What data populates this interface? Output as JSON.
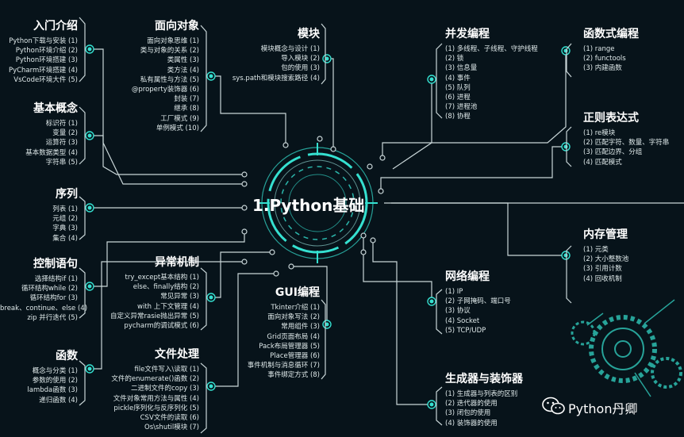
{
  "center": {
    "title": "1.Python基础"
  },
  "sections": {
    "intro": {
      "title": "入门介绍",
      "items": [
        "Python下载与安装 (1)",
        "Python环境介绍 (2)",
        "Python环境搭建 (3)",
        "PyCharm环境搭建 (4)",
        "VsCode环境大件 (5)"
      ]
    },
    "oop": {
      "title": "面向对象",
      "items": [
        "面向对象思维 (1)",
        "类与对象的关系 (2)",
        "类属性 (3)",
        "类方法 (4)",
        "私有属性与方法 (5)",
        "@property装饰器 (6)",
        "封装 (7)",
        "继承 (8)",
        "工厂模式 (9)",
        "单例模式 (10)"
      ]
    },
    "modules": {
      "title": "模块",
      "items": [
        "模块概念与设计 (1)",
        "导入模块 (2)",
        "包的使用 (3)",
        "sys.path和模块搜索路径 (4)"
      ]
    },
    "concurrency": {
      "title": "并发编程",
      "items": [
        "(1) 多线程、子线程、守护线程",
        "(2) 锁",
        "(3) 信息量",
        "(4) 事件",
        "(5) 队列",
        "(6) 进程",
        "(7) 进程池",
        "(8) 协程"
      ]
    },
    "functional": {
      "title": "函数式编程",
      "items": [
        "(1) range",
        "(2) functools",
        "(3) 内建函数"
      ]
    },
    "basics": {
      "title": "基本概念",
      "items": [
        "标识符 (1)",
        "变量 (2)",
        "运算符 (3)",
        "基本数据类型 (4)",
        "字符串 (5)"
      ]
    },
    "regex": {
      "title": "正则表达式",
      "items": [
        "(1) re模块",
        "(2) 匹配字符、数量、字符串",
        "(3) 匹配边界、分组",
        "(4) 匹配模式"
      ]
    },
    "sequence": {
      "title": "序列",
      "items": [
        "列表 (1)",
        "元组 (2)",
        "字典 (3)",
        "集合 (4)"
      ]
    },
    "memory": {
      "title": "内存管理",
      "items": [
        "(1) 元类",
        "(2) 大小整数池",
        "(3) 引用计数",
        "(4) 回收机制"
      ]
    },
    "control": {
      "title": "控制语句",
      "items": [
        "选择结构if (1)",
        "循环结构while (2)",
        "循环结构for (3)",
        "break、continue、else (4)",
        "zip 并行迭代 (5)"
      ]
    },
    "exceptions": {
      "title": "异常机制",
      "items": [
        "try_except基本结构 (1)",
        "else、finally结构 (2)",
        "常见异常 (3)",
        "with 上下文管理 (4)",
        "自定义异常rasie抛出异常 (5)",
        "pycharm的调试模式 (6)"
      ]
    },
    "gui": {
      "title": "GUI编程",
      "items": [
        "Tkinter介绍 (1)",
        "面向对象写法 (2)",
        "常用组件 (3)",
        "Grid页面布局 (4)",
        "Pack布局管理器 (5)",
        "Place管理器 (6)",
        "事件机制与消息循环 (7)",
        "事件绑定方式 (8)"
      ]
    },
    "network": {
      "title": "网络编程",
      "items": [
        "(1) IP",
        "(2) 子网掩码、端口号",
        "(3) 协议",
        "(4) Socket",
        "(5) TCP/UDP"
      ]
    },
    "functions": {
      "title": "函数",
      "items": [
        "概念与分类 (1)",
        "参数的使用 (2)",
        "lambda函数 (3)",
        "递归函数 (4)"
      ]
    },
    "files": {
      "title": "文件处理",
      "items": [
        "file文件写入\\读取 (1)",
        "文件的enumerate()函数 (2)",
        "二进制文件的copy (3)",
        "文件对象常用方法与属性 (4)",
        "pickle序列化与反序列化 (5)",
        "CSV文件的读取 (6)",
        "Os\\shutil模块 (7)"
      ]
    },
    "generators": {
      "title": "生成器与装饰器",
      "items": [
        "(1) 生成器与列表的区别",
        "(2) 迭代器的使用",
        "(3) 闭包的使用",
        "(4) 装饰器的使用"
      ]
    }
  },
  "watermark": {
    "text": "Python丹卿",
    "icon": "wechat-icon"
  },
  "colors": {
    "background": "#07131a",
    "accent": "#35e0d0",
    "line": "#c9d6d8"
  }
}
